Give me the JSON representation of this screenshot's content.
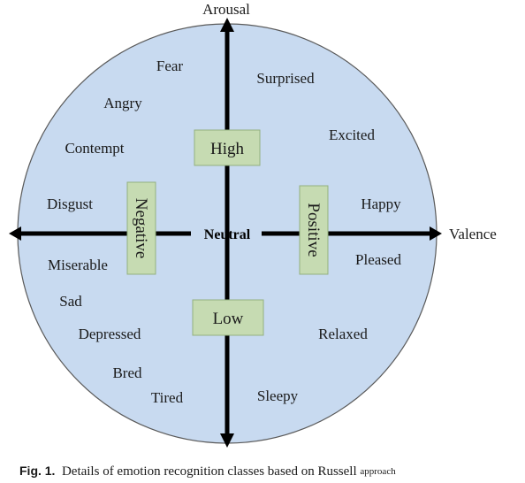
{
  "axes": {
    "vertical_label": "Arousal",
    "horizontal_label": "Valence",
    "center_label": "Neutral"
  },
  "boxes": {
    "high": "High",
    "low": "Low",
    "negative": "Negative",
    "positive": "Positive",
    "fill": "#c6dbb2",
    "stroke": "#93b07f"
  },
  "circle_fill": "#c8daf0",
  "emotions": {
    "fear": "Fear",
    "surprised": "Surprised",
    "angry": "Angry",
    "excited": "Excited",
    "contempt": "Contempt",
    "disgust": "Disgust",
    "happy": "Happy",
    "miserable": "Miserable",
    "pleased": "Pleased",
    "sad": "Sad",
    "depressed": "Depressed",
    "relaxed": "Relaxed",
    "bred": "Bred",
    "tired": "Tired",
    "sleepy": "Sleepy"
  },
  "caption": {
    "figure_number": "Fig. 1.",
    "text": "Details of emotion recognition classes based on Russell",
    "cut_off_text": "approach"
  }
}
